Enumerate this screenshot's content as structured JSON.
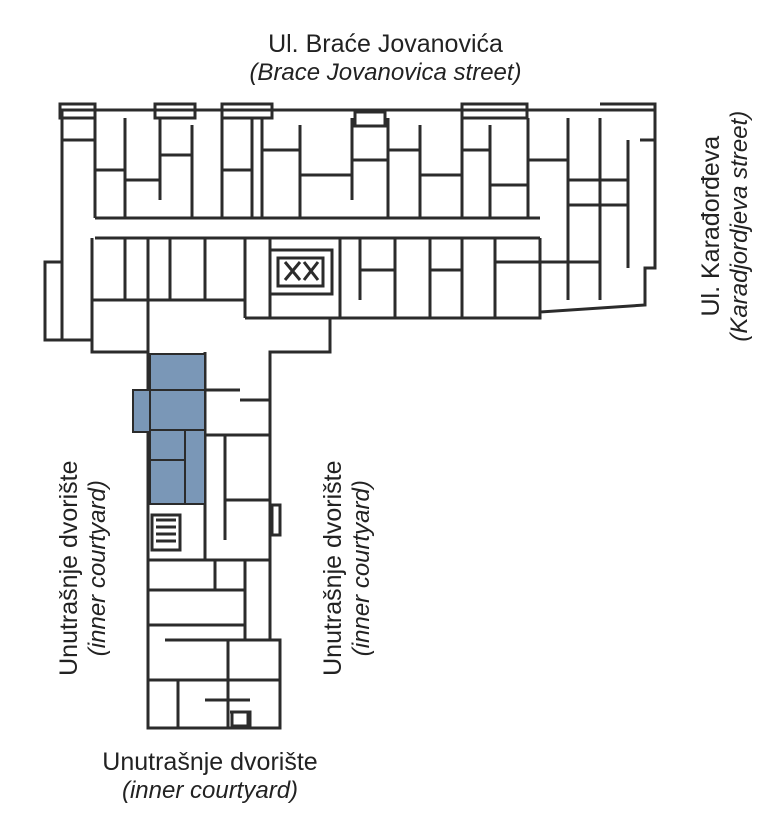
{
  "labels": {
    "top_main": "Ul. Braće Jovanovića",
    "top_sub": "(Brace Jovanovica street)",
    "right_main": "Ul. Karađorđeva",
    "right_sub": "(Karadjordjeva street)",
    "left_main": "Unutrašnje dvorište",
    "left_sub": "(inner courtyard)",
    "mid_main": "Unutrašnje dvorište",
    "mid_sub": "(inner courtyard)",
    "bottom_main": "Unutrašnje dvorište",
    "bottom_sub": "(inner courtyard)"
  },
  "colors": {
    "wall": "#2b2b2b",
    "highlight": "#7a97b7",
    "background": "#ffffff"
  }
}
